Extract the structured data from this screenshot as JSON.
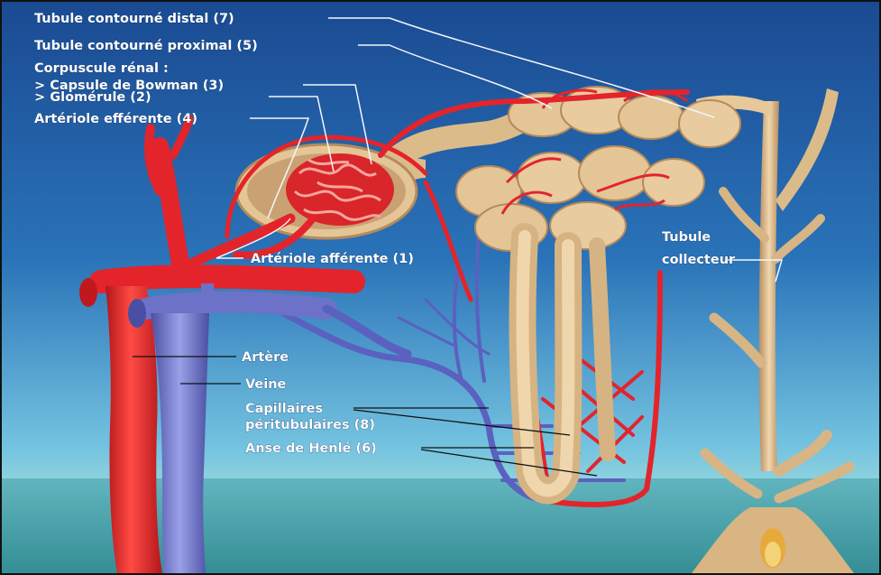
{
  "labels": {
    "distal": "Tubule contourné distal (7)",
    "proximal": "Tubule contourné proximal (5)",
    "corpuscule": "Corpuscule rénal :",
    "bowman": "> Capsule de Bowman (3)",
    "glomerule": "> Glomérule (2)",
    "efferente": "Artériole efférente (4)",
    "afferente": "Artériole afférente (1)",
    "tubule_collecteur_1": "Tubule",
    "tubule_collecteur_2": "collecteur",
    "artere": "Artère",
    "veine": "Veine",
    "capillaires_1": "Capillaires",
    "capillaires_2": "péritubulaires (8)",
    "henle": "Anse de Henlé (6)"
  },
  "colors": {
    "sky_top": "#1d4f96",
    "sky_bottom": "#6fc0df",
    "artery": "#e0252a",
    "vein": "#6b72c8",
    "tubule": "#e2c295",
    "tubule_shadow": "#b48a5c"
  }
}
